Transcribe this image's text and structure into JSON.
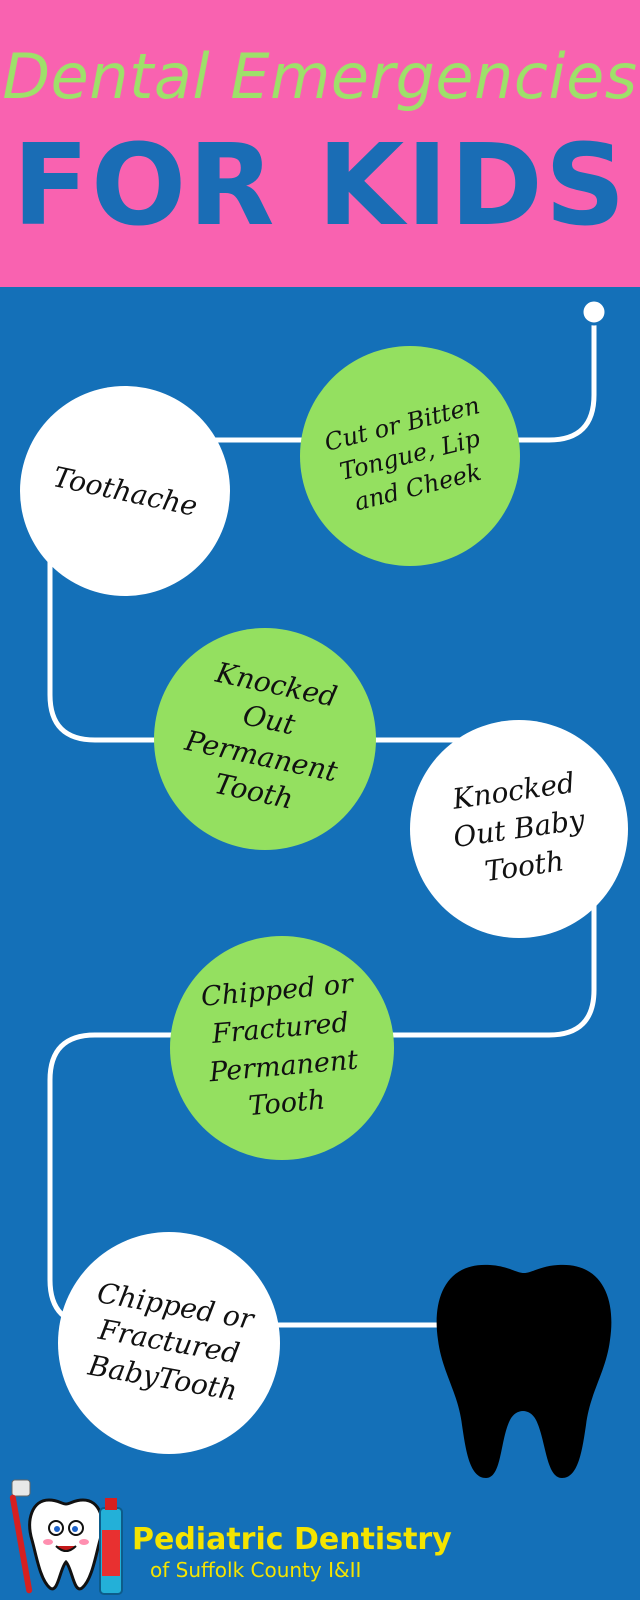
{
  "header": {
    "title_line1": "Dental Emergencies",
    "title_line2": "FOR KIDS"
  },
  "emergencies": [
    {
      "label": "Cut or Bitten Tongue, Lip and Cheek",
      "color": "#94e060"
    },
    {
      "label": "Toothache",
      "color": "#ffffff"
    },
    {
      "label": "Knocked Out Permanent Tooth",
      "color": "#94e060"
    },
    {
      "label": "Knocked Out Baby Tooth",
      "color": "#ffffff"
    },
    {
      "label": "Chipped or Fractured Permanent Tooth",
      "color": "#94e060"
    },
    {
      "label": "Chipped or Fractured BabyTooth",
      "color": "#ffffff"
    }
  ],
  "logo": {
    "name_line1": "Pediatric Dentistry",
    "name_line2": "of Suffolk County I&II"
  },
  "colors": {
    "header_bg": "#f962b0",
    "title_green": "#9ee06a",
    "title_blue": "#1a6db5",
    "body_bg": "#1470b8",
    "accent_green": "#94e060",
    "logo_yellow": "#f5e400"
  },
  "icons": [
    "tooth-icon",
    "toothbrush-icon",
    "toothpaste-icon"
  ]
}
